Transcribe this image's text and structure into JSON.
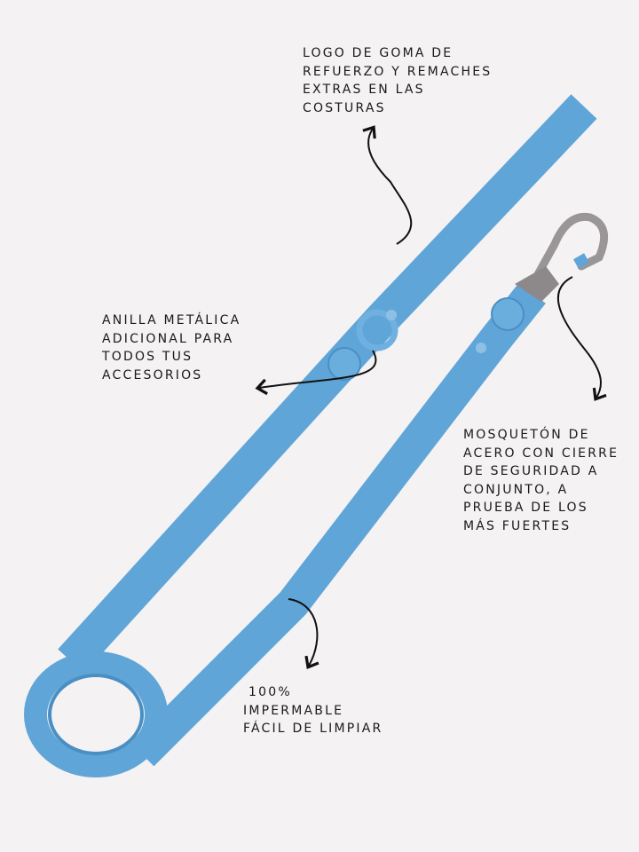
{
  "colors": {
    "background": "#f4f2f3",
    "leash": "#5fa5d8",
    "leash_dark": "#4a8fc4",
    "metal": "#9a9698",
    "ink": "#111111"
  },
  "annotations": {
    "logo": [
      "LOGO DE GOMA DE",
      "REFUERZO Y REMACHES",
      "EXTRAS EN LAS",
      "COSTURAS"
    ],
    "ring": [
      "ANILLA METÁLICA",
      "ADICIONAL PARA",
      "TODOS TUS",
      "ACCESORIOS"
    ],
    "clip": [
      "MOSQUETÓN DE",
      "ACERO CON CIERRE",
      "DE SEGURIDAD A",
      "CONJUNTO, A",
      "PRUEBA DE LOS",
      "MÁS FUERTES"
    ],
    "waterproof": [
      "100%",
      "IMPERMABLE",
      "FÁCIL DE LIMPIAR"
    ]
  }
}
